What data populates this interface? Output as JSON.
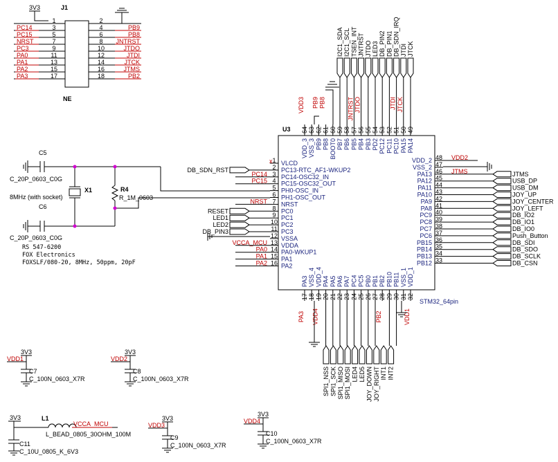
{
  "j1": {
    "ref": "J1",
    "value": "NE",
    "supply": "3V3",
    "left": [
      {
        "pin": "1",
        "net": ""
      },
      {
        "pin": "3",
        "net": "PC14"
      },
      {
        "pin": "5",
        "net": "PC15"
      },
      {
        "pin": "7",
        "net": "NRST"
      },
      {
        "pin": "9",
        "net": "PC3"
      },
      {
        "pin": "11",
        "net": "PA0"
      },
      {
        "pin": "13",
        "net": "PA1"
      },
      {
        "pin": "15",
        "net": "PA2"
      },
      {
        "pin": "17",
        "net": "PA3"
      }
    ],
    "right": [
      {
        "pin": "2",
        "net": ""
      },
      {
        "pin": "4",
        "net": "PB9"
      },
      {
        "pin": "6",
        "net": "PB8"
      },
      {
        "pin": "8",
        "net": "JNTRST"
      },
      {
        "pin": "10",
        "net": "JTDO"
      },
      {
        "pin": "12",
        "net": "JTDI"
      },
      {
        "pin": "14",
        "net": "JTCK"
      },
      {
        "pin": "16",
        "net": "JTMS"
      },
      {
        "pin": "18",
        "net": "PB2"
      }
    ]
  },
  "crystal": {
    "c5": {
      "ref": "C5",
      "value": "C_20P_0603_C0G"
    },
    "c6": {
      "ref": "C6",
      "value": "C_20P_0603_C0G"
    },
    "x1": {
      "ref": "X1",
      "value": "8MHz (with socket)"
    },
    "r4": {
      "ref": "R4",
      "value": "R_1M_0603"
    },
    "notes": [
      "RS 547-6200",
      "FOX Electronics",
      "FOXSLF/080-20, 8MHz, 50ppm, 20pF"
    ]
  },
  "u3": {
    "ref": "U3",
    "part": "STM32_64pin",
    "left": [
      {
        "pin": "1",
        "name": "VLCD",
        "net": ""
      },
      {
        "pin": "2",
        "name": "PC13-RTC_AF1-WKUP2",
        "net": "DB_SDN_RST"
      },
      {
        "pin": "3",
        "name": "PC14-OSC32_IN",
        "net": "PC14"
      },
      {
        "pin": "4",
        "name": "PC15-OSC32_OUT",
        "net": "PC15"
      },
      {
        "pin": "5",
        "name": "PH0-OSC_IN",
        "net": ""
      },
      {
        "pin": "6",
        "name": "PH1-OSC_OUT",
        "net": ""
      },
      {
        "pin": "7",
        "name": "NRST",
        "net": "NRST"
      },
      {
        "pin": "8",
        "name": "PC0",
        "net": "RESET"
      },
      {
        "pin": "9",
        "name": "PC1",
        "net": "LED1"
      },
      {
        "pin": "10",
        "name": "PC2",
        "net": "LED2"
      },
      {
        "pin": "11",
        "name": "PC3",
        "net": "DB_PIN3"
      },
      {
        "pin": "12",
        "name": "VSSA",
        "net": ""
      },
      {
        "pin": "13",
        "name": "VDDA",
        "net": "VCCA_MCU"
      },
      {
        "pin": "14",
        "name": "PA0-WKUP1",
        "net": "PA0"
      },
      {
        "pin": "15",
        "name": "PA1",
        "net": "PA1"
      },
      {
        "pin": "16",
        "name": "PA2",
        "net": "PA2"
      }
    ],
    "right": [
      {
        "pin": "48",
        "name": "VDD_2",
        "net": "VDD2"
      },
      {
        "pin": "47",
        "name": "VSS_2",
        "net": ""
      },
      {
        "pin": "46",
        "name": "PA13",
        "net": "JTMS"
      },
      {
        "pin": "45",
        "name": "PA12",
        "net": "USB_DP"
      },
      {
        "pin": "44",
        "name": "PA11",
        "net": "USB_DM"
      },
      {
        "pin": "43",
        "name": "PA10",
        "net": "JOY_UP"
      },
      {
        "pin": "42",
        "name": "PA9",
        "net": "JOY_CENTER"
      },
      {
        "pin": "41",
        "name": "PA8",
        "net": "JOY_LEFT"
      },
      {
        "pin": "40",
        "name": "PC9",
        "net": "DB_IO2"
      },
      {
        "pin": "39",
        "name": "PC8",
        "net": "DB_IO1"
      },
      {
        "pin": "38",
        "name": "PC7",
        "net": "DB_IO0"
      },
      {
        "pin": "37",
        "name": "PC6",
        "net": "Push_Button"
      },
      {
        "pin": "36",
        "name": "PB15",
        "net": "DB_SDI"
      },
      {
        "pin": "35",
        "name": "PB14",
        "net": "DB_SDO"
      },
      {
        "pin": "34",
        "name": "PB13",
        "net": "DB_SCLK"
      },
      {
        "pin": "33",
        "name": "PB12",
        "net": "DB_CSN"
      }
    ],
    "top": [
      {
        "pin": "64",
        "name": "VDD_3"
      },
      {
        "pin": "63",
        "name": "VSS_3"
      },
      {
        "pin": "62",
        "name": "PB9"
      },
      {
        "pin": "61",
        "name": "PB8"
      },
      {
        "pin": "60",
        "name": "BOOT0"
      },
      {
        "pin": "59",
        "name": "PB7"
      },
      {
        "pin": "58",
        "name": "PB6"
      },
      {
        "pin": "57",
        "name": "PB5"
      },
      {
        "pin": "56",
        "name": "PB4"
      },
      {
        "pin": "55",
        "name": "PB3"
      },
      {
        "pin": "54",
        "name": "PD2"
      },
      {
        "pin": "53",
        "name": "PC12"
      },
      {
        "pin": "52",
        "name": "PC11"
      },
      {
        "pin": "51",
        "name": "PC10"
      },
      {
        "pin": "50",
        "name": "PA15"
      },
      {
        "pin": "49",
        "name": "PA14"
      }
    ],
    "top_nets_red": [
      "VDD3",
      "",
      "PB9",
      "PB8",
      "",
      "",
      "",
      "JNTRST",
      "JTDO",
      "",
      "",
      "",
      "",
      "JTDI",
      "JTCK",
      ""
    ],
    "top_bus": [
      "I2C1_SDA",
      "I2C1_SCL",
      "TSEN_INT",
      "JNTRST",
      "JTDO",
      "LED3",
      "DB_PIN2",
      "DB_PIN1",
      "DB_SDN_IRQ",
      "JTDI",
      "JTCK"
    ],
    "bottom": [
      {
        "pin": "17",
        "name": "PA3"
      },
      {
        "pin": "18",
        "name": "VSS_4"
      },
      {
        "pin": "19",
        "name": "VDD_4"
      },
      {
        "pin": "20",
        "name": "PA4"
      },
      {
        "pin": "21",
        "name": "PA5"
      },
      {
        "pin": "22",
        "name": "PA6"
      },
      {
        "pin": "23",
        "name": "PA7"
      },
      {
        "pin": "24",
        "name": "PC4"
      },
      {
        "pin": "25",
        "name": "PC5"
      },
      {
        "pin": "26",
        "name": "PB0"
      },
      {
        "pin": "27",
        "name": "PB1"
      },
      {
        "pin": "28",
        "name": "PB2"
      },
      {
        "pin": "29",
        "name": "PB10"
      },
      {
        "pin": "30",
        "name": "PB11"
      },
      {
        "pin": "31",
        "name": "VSS_1"
      },
      {
        "pin": "32",
        "name": "VDD_1"
      }
    ],
    "bottom_nets_red": [
      "PA3",
      "",
      "VDD4",
      "",
      "",
      "",
      "",
      "",
      "",
      "",
      "",
      "PB2",
      "",
      "",
      "",
      "VDD1"
    ],
    "bottom_bus": [
      "SPI1_NSS",
      "SPI1_SCK",
      "SPI1_MISO",
      "SPI1_MOSI",
      "LED4",
      "LED5",
      "JOY_DOWN",
      "JOY_RIGHT",
      "INT1",
      "INT2"
    ]
  },
  "decoupling": [
    {
      "net": "VDD1",
      "ref": "C7",
      "value": "C_100N_0603_X7R",
      "supply": "3V3"
    },
    {
      "net": "VDD2",
      "ref": "C8",
      "value": "C_100N_0603_X7R",
      "supply": "3V3"
    },
    {
      "net": "VDD3",
      "ref": "C9",
      "value": "C_100N_0603_X7R",
      "supply": "3V3"
    },
    {
      "net": "VDD4",
      "ref": "C10",
      "value": "C_100N_0603_X7R",
      "supply": "3V3"
    }
  ],
  "analog": {
    "supply": "3V3",
    "l1": {
      "ref": "L1",
      "value": "L_BEAD_0805_30OHM_100M"
    },
    "net": "VCCA_MCU",
    "c11": {
      "ref": "C11",
      "value": "C_10U_0805_K_6V3"
    }
  },
  "misc": {
    "nc_mark": "x"
  }
}
